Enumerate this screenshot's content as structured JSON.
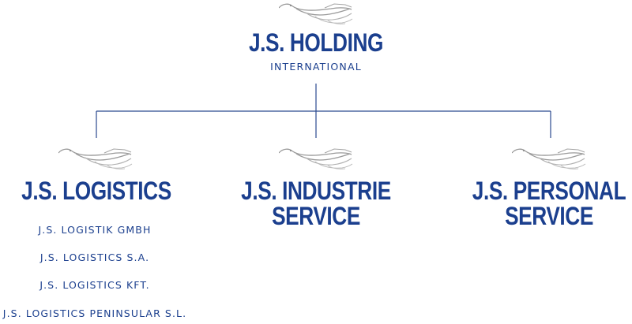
{
  "holding": {
    "title": "J.S. HOLDING",
    "subtitle": "INTERNATIONAL",
    "logo_icon": "stork-logo-icon"
  },
  "subsidiaries": [
    {
      "title_lines": [
        "J.S. LOGISTICS"
      ],
      "items": [
        "J.S. LOGISTIK GMBH",
        "J.S. LOGISTICS S.A.",
        "J.S. LOGISTICS KFT.",
        "J.S. LOGISTICS PENINSULAR S.L."
      ]
    },
    {
      "title_lines": [
        "J.S. INDUSTRIE",
        "SERVICE"
      ],
      "items": []
    },
    {
      "title_lines": [
        "J.S. PERSONAL",
        "SERVICE"
      ],
      "items": []
    }
  ],
  "colors": {
    "brand_blue": "#1b3f8e",
    "connector_line": "#2a4a8f",
    "logo_gray": "#9a9a9a"
  }
}
